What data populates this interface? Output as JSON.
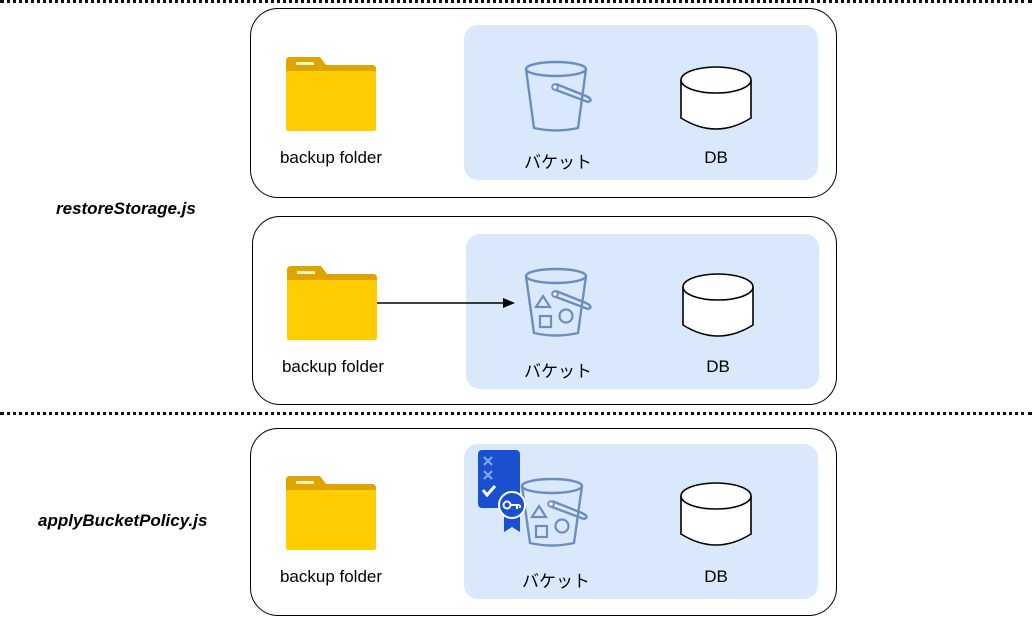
{
  "labels": {
    "restore_script": "restoreStorage.js",
    "policy_script": "applyBucketPolicy.js"
  },
  "stages": [
    {
      "folder": "backup folder",
      "bucket": "バケット",
      "db": "DB"
    },
    {
      "folder": "backup folder",
      "bucket": "バケット",
      "db": "DB"
    },
    {
      "folder": "backup folder",
      "bucket": "バケット",
      "db": "DB"
    }
  ],
  "colors": {
    "folder": "#ffcd00",
    "folder_tab": "#e0a400",
    "zone": "#dae8fc",
    "bucket_stroke": "#6c8ebf",
    "badge": "#1a4fcf"
  }
}
